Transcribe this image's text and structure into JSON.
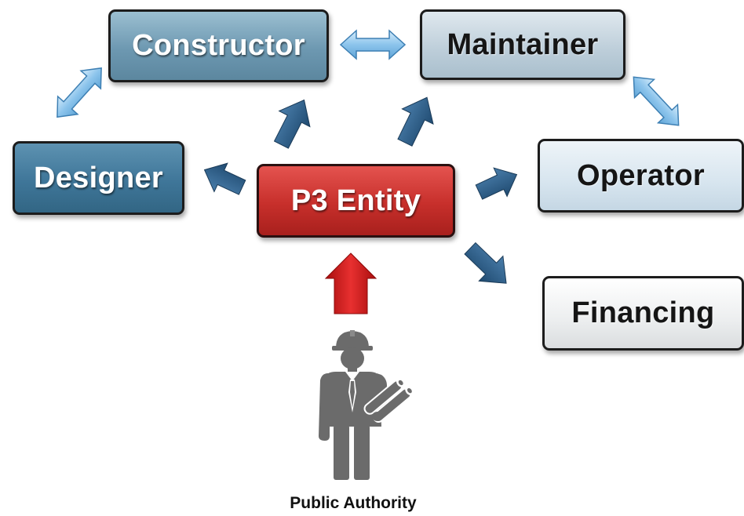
{
  "nodes": {
    "constructor": "Constructor",
    "maintainer": "Maintainer",
    "designer": "Designer",
    "operator": "Operator",
    "financing": "Financing",
    "p3_entity": "P3 Entity"
  },
  "public_authority": {
    "label": "Public Authority",
    "icon": "engineer-with-blueprints-icon"
  },
  "relations": [
    {
      "from": "P3 Entity",
      "to": "Constructor",
      "kind": "one-way"
    },
    {
      "from": "P3 Entity",
      "to": "Maintainer",
      "kind": "one-way"
    },
    {
      "from": "P3 Entity",
      "to": "Designer",
      "kind": "one-way"
    },
    {
      "from": "P3 Entity",
      "to": "Operator",
      "kind": "one-way"
    },
    {
      "from": "P3 Entity",
      "to": "Financing",
      "kind": "one-way"
    },
    {
      "from": "Public Authority",
      "to": "P3 Entity",
      "kind": "one-way"
    },
    {
      "from": "Constructor",
      "to": "Maintainer",
      "kind": "two-way"
    },
    {
      "from": "Designer",
      "to": "Constructor",
      "kind": "two-way"
    },
    {
      "from": "Maintainer",
      "to": "Operator",
      "kind": "two-way"
    }
  ],
  "colors": {
    "p3_entity": "#c72f2b",
    "designer": "#3f7699",
    "constructor": "#6d98b1",
    "maintainer": "#bccdd9",
    "operator": "#d7e5ef",
    "financing": "#eceeef",
    "solid_arrow": "#2f5e86",
    "double_arrow": "#8cc4ec",
    "public_arrow": "#d41919",
    "figure": "#6b6b6b"
  }
}
